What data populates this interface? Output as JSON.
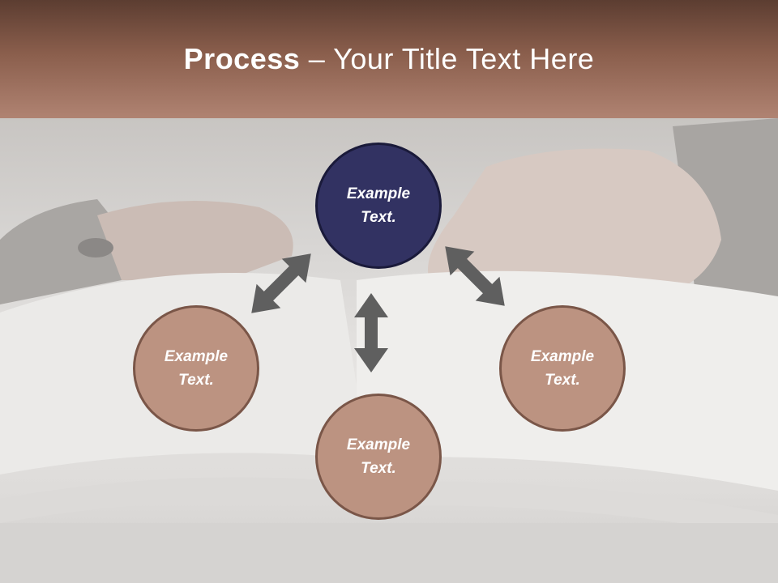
{
  "title": {
    "bold": "Process",
    "separator": " – ",
    "rest": "Your Title Text Here"
  },
  "nodes": [
    {
      "id": "top",
      "line1": "Example",
      "line2": "Text."
    },
    {
      "id": "left",
      "line1": "Example",
      "line2": "Text."
    },
    {
      "id": "bottom",
      "line1": "Example",
      "line2": "Text."
    },
    {
      "id": "right",
      "line1": "Example",
      "line2": "Text."
    }
  ],
  "colors": {
    "title_band": "#8a5e4c",
    "top_circle": "#323262",
    "other_circles": "#bc9381",
    "arrows": "#5f5f5f"
  }
}
